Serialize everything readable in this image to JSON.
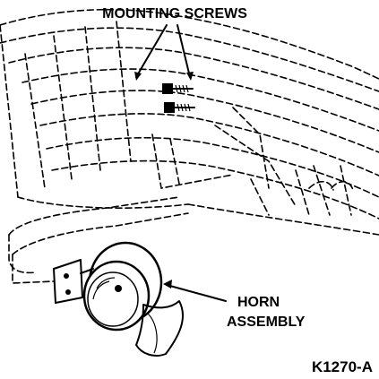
{
  "labels": {
    "mounting_screws": "MOUNTING SCREWS",
    "horn_line1": "HORN",
    "horn_line2": "ASSEMBLY",
    "figure_code": "K1270-A"
  },
  "colors": {
    "ink": "#000000",
    "paper": "#ffffff"
  }
}
